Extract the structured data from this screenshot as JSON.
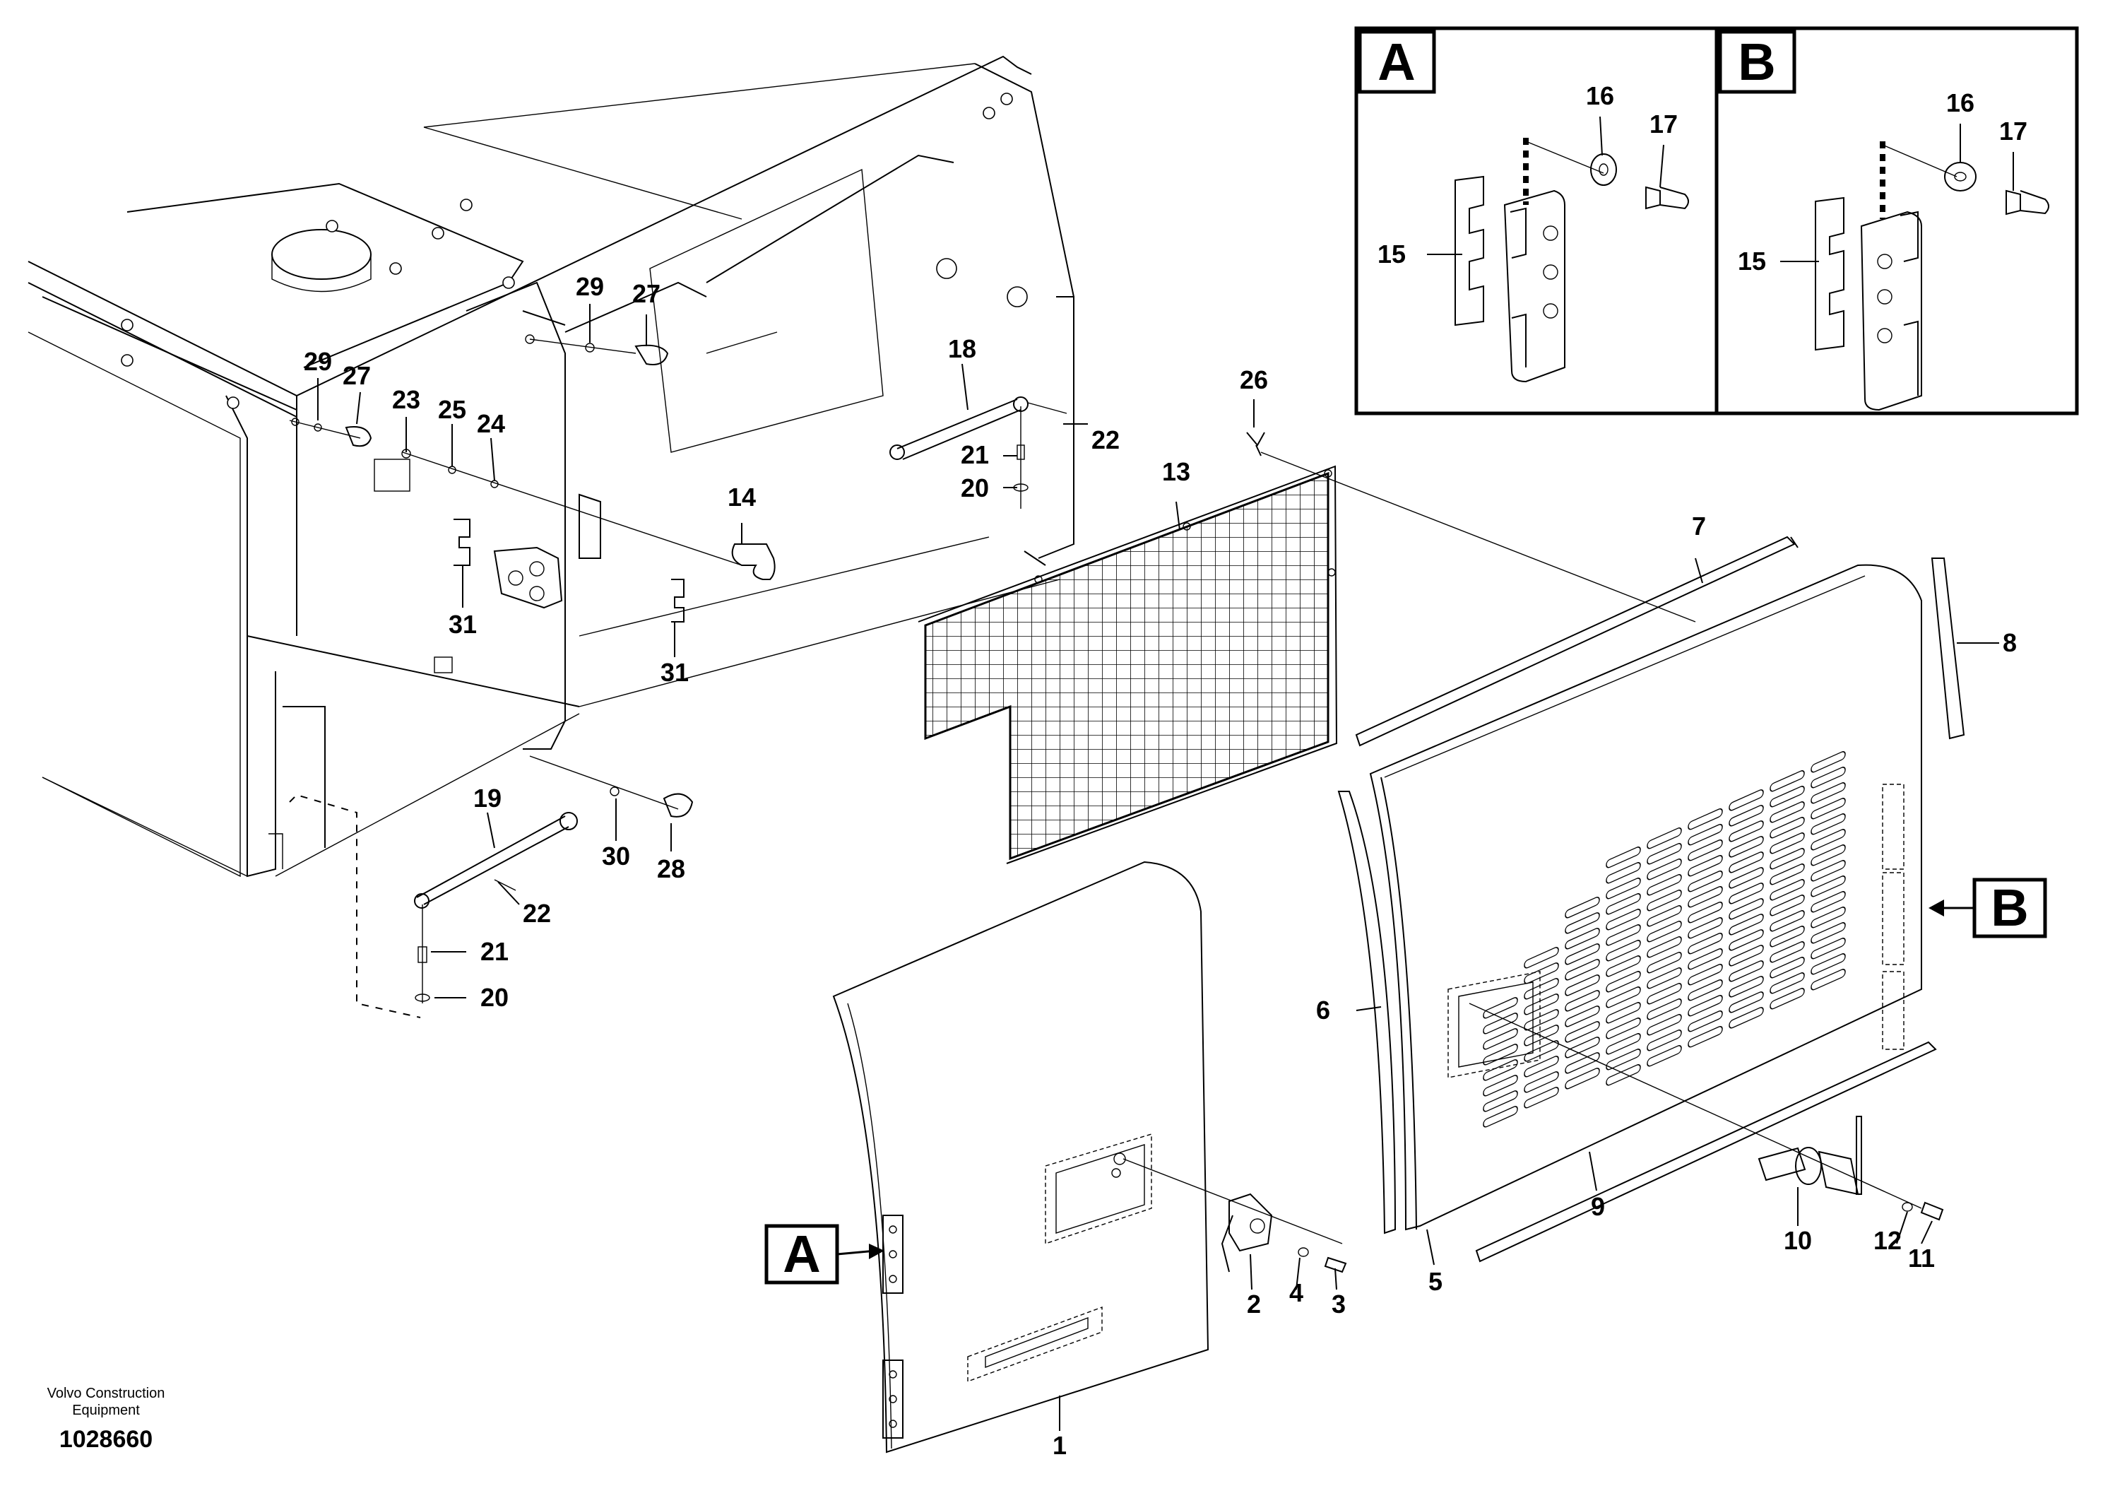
{
  "callout_a": "A",
  "callout_b": "B",
  "footer": {
    "line1": "Volvo Construction",
    "line2": "Equipment",
    "doc_number": "1028660"
  },
  "labels": {
    "1": "1",
    "2": "2",
    "3": "3",
    "4": "4",
    "5": "5",
    "6": "6",
    "7": "7",
    "8": "8",
    "9": "9",
    "10": "10",
    "11": "11",
    "12": "12",
    "13": "13",
    "14": "14",
    "15": "15",
    "16": "16",
    "17": "17",
    "18": "18",
    "19": "19",
    "20": "20",
    "21": "21",
    "22": "22",
    "23": "23",
    "24": "24",
    "25": "25",
    "26": "26",
    "27": "27",
    "28": "28",
    "29": "29",
    "30": "30",
    "31": "31"
  }
}
